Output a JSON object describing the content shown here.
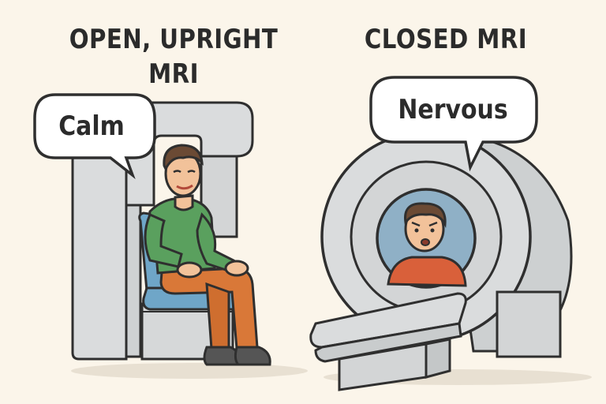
{
  "left_panel": {
    "title_line1": "OPEN, UPRIGHT",
    "title_line2": "MRI",
    "speech": "Calm"
  },
  "right_panel": {
    "title": "CLOSED MRI",
    "speech": "Nervous"
  },
  "colors": {
    "background": "#fbf5ea",
    "machine": "#dadcdd",
    "outline": "#2f2f2f",
    "seat_blue": "#6fa6c8",
    "shirt_green": "#5aa05e",
    "pants_orange": "#d97838",
    "shirt_red": "#d9603a",
    "skin": "#f2c29a",
    "hair": "#6b4a34"
  }
}
